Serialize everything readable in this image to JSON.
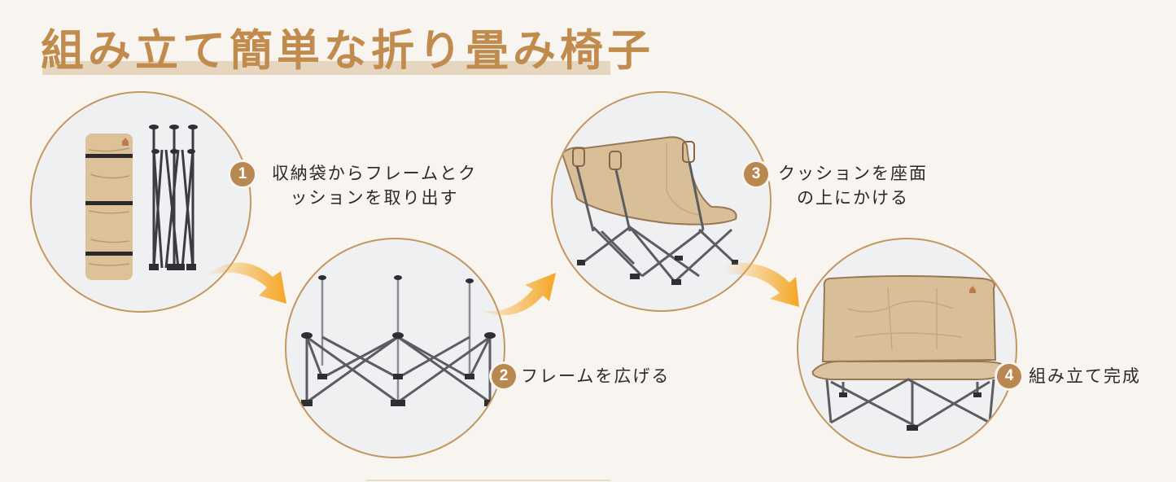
{
  "title": "組み立て簡単な折り畳み椅子",
  "colors": {
    "background": "#f8f4ef",
    "title": "#c08b4d",
    "title_highlight": "#e6d5bf",
    "badge": "#b98850",
    "circle_fill": "#eff0f1",
    "circle_border": "#c4975f",
    "arrow": "#f5a623",
    "fabric": "#d9bf98",
    "frame": "#5b5d61"
  },
  "steps": [
    {
      "number": "1",
      "line1": "収納袋からフレームとク",
      "line2": "ッションを取り出す",
      "image": "rolled-cushion-and-folded-frame"
    },
    {
      "number": "2",
      "line1": "フレームを広げる",
      "image": "unfolded-frame"
    },
    {
      "number": "3",
      "line1": "クッションを座面",
      "line2": "の上にかける",
      "image": "cushion-on-frame-back-view"
    },
    {
      "number": "4",
      "line1": "組み立て完成",
      "image": "assembled-double-chair"
    }
  ],
  "icons": [
    "curved-arrow-icon",
    "curved-arrow-icon",
    "curved-arrow-icon"
  ]
}
